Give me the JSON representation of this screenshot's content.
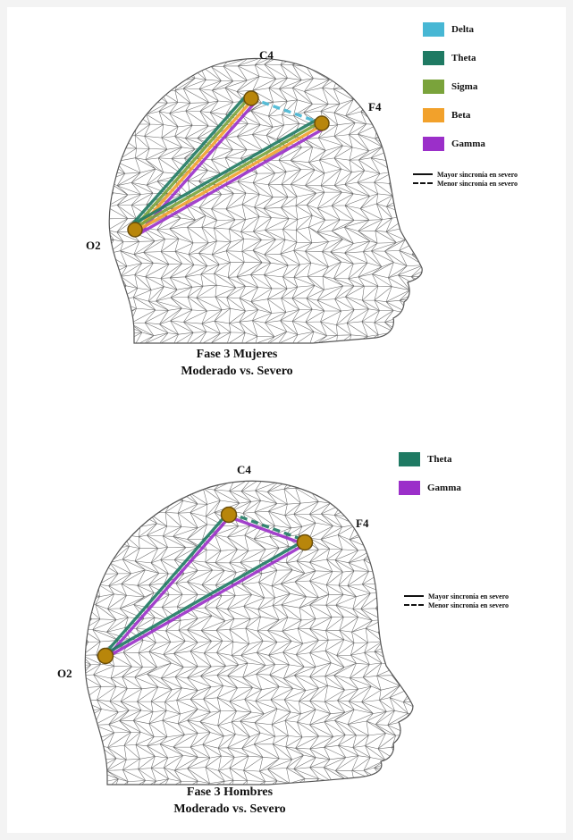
{
  "colors": {
    "Delta": "#47b7d4",
    "Theta": "#1f7a63",
    "Sigma": "#7aa33b",
    "Beta": "#f2a12b",
    "Gamma": "#9b2fc9",
    "electrode": "#b8860b"
  },
  "line_styles": {
    "solid": "Mayor sincronía  en severo",
    "dashed": "Menor sincronía  en severo"
  },
  "panels": [
    {
      "electrodes": {
        "c4": "C4",
        "f4": "F4",
        "o2": "O2"
      },
      "legend": [
        "Delta",
        "Theta",
        "Sigma",
        "Beta",
        "Gamma"
      ],
      "caption": {
        "line1": "Fase 3 Mujeres",
        "line2": "Moderado vs. Severo"
      },
      "connections": [
        {
          "from": "C4",
          "to": "F4",
          "bands": [
            "Delta"
          ],
          "style": "dashed"
        },
        {
          "from": "O2",
          "to": "C4",
          "bands": [
            "Theta",
            "Sigma",
            "Beta",
            "Gamma"
          ],
          "style": "solid"
        },
        {
          "from": "O2",
          "to": "F4",
          "bands": [
            "Theta",
            "Sigma",
            "Beta",
            "Gamma"
          ],
          "style": "solid"
        }
      ]
    },
    {
      "electrodes": {
        "c4": "C4",
        "f4": "F4",
        "o2": "O2"
      },
      "legend": [
        "Theta",
        "Gamma"
      ],
      "caption": {
        "line1": "Fase 3 Hombres",
        "line2": "Moderado vs. Severo"
      },
      "connections": [
        {
          "from": "C4",
          "to": "F4",
          "bands": [
            "Theta"
          ],
          "style": "dashed"
        },
        {
          "from": "C4",
          "to": "F4",
          "bands": [
            "Gamma"
          ],
          "style": "solid"
        },
        {
          "from": "O2",
          "to": "C4",
          "bands": [
            "Theta",
            "Gamma"
          ],
          "style": "solid"
        },
        {
          "from": "O2",
          "to": "F4",
          "bands": [
            "Theta",
            "Gamma"
          ],
          "style": "solid"
        }
      ]
    }
  ]
}
